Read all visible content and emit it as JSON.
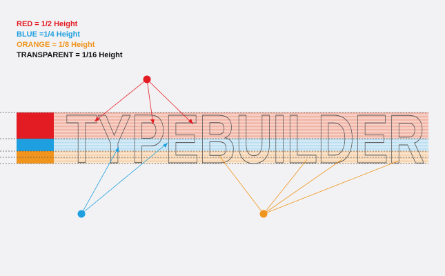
{
  "legend": [
    {
      "text": "RED = 1/2 Height",
      "color": "#e31b23"
    },
    {
      "text": "BLUE =1/4 Height",
      "color": "#1ea0e0"
    },
    {
      "text": "ORANGE = 1/8 Height",
      "color": "#f0941d"
    },
    {
      "text": "TRANSPARENT = 1/16 Height",
      "color": "#111111"
    }
  ],
  "sketch_word": "TYPEBUILDER",
  "colors": {
    "red": "#e31b23",
    "red_band": "#f1b4a6",
    "blue": "#1ea0e0",
    "blue_band": "#bcdff2",
    "orange": "#f0941d",
    "orange_band": "#f6d3ad",
    "sketch": "#555555",
    "guide": "#555555"
  }
}
